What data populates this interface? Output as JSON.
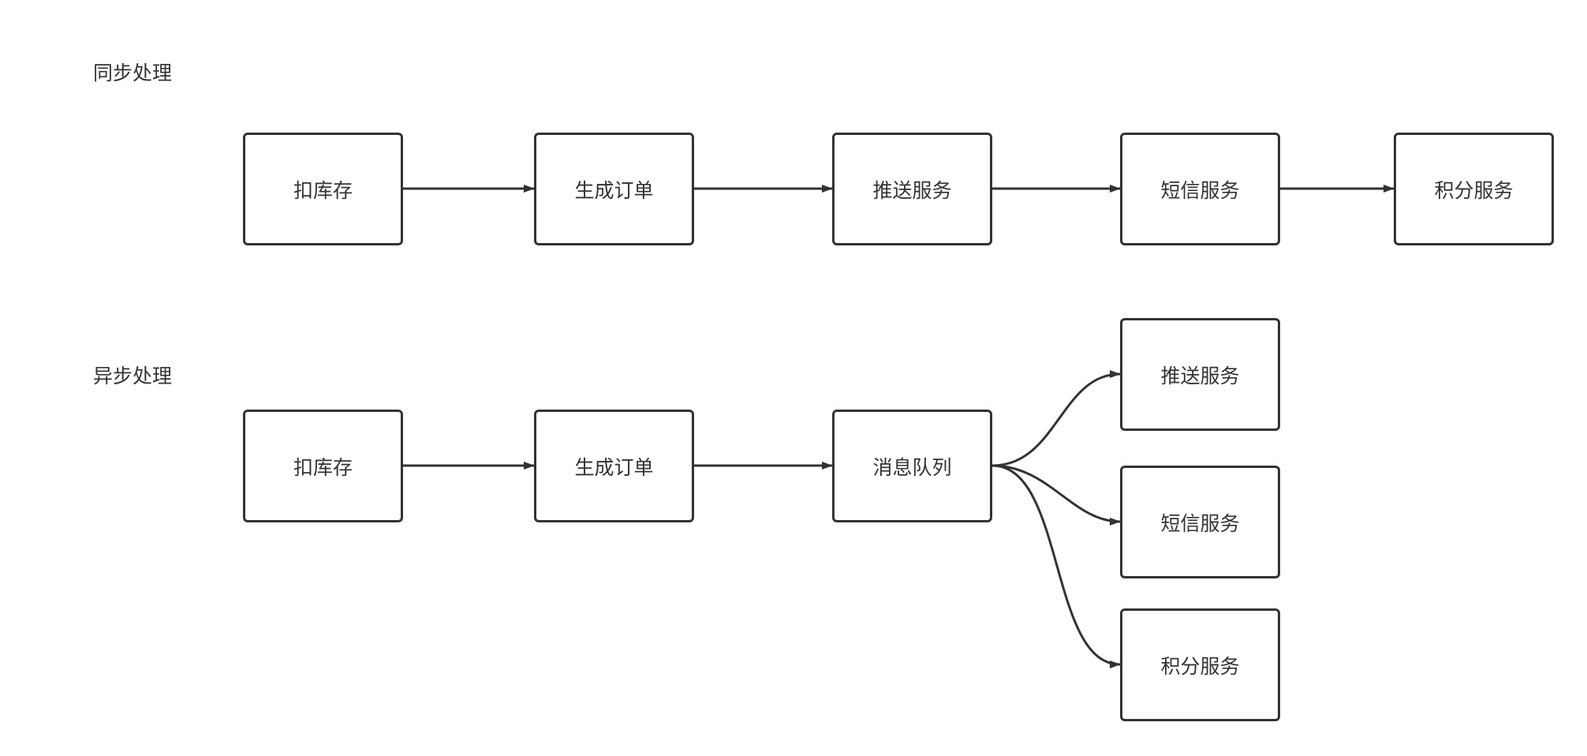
{
  "sync": {
    "label": "同步处理",
    "steps": [
      "扣库存",
      "生成订单",
      "推送服务",
      "短信服务",
      "积分服务"
    ]
  },
  "async": {
    "label": "异步处理",
    "steps": [
      "扣库存",
      "生成订单",
      "消息队列"
    ],
    "consumers": [
      "推送服务",
      "短信服务",
      "积分服务"
    ]
  },
  "colors": {
    "stroke": "#333333",
    "text": "#333333",
    "background": "#ffffff"
  }
}
